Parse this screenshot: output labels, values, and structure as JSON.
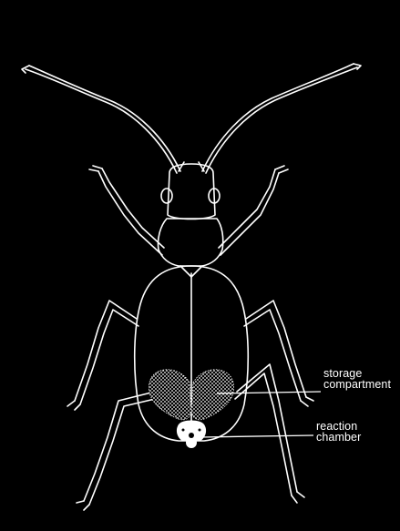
{
  "diagram": {
    "background": "#000000",
    "line_color": "#ffffff",
    "labels": {
      "storage": {
        "line1": "storage",
        "line2": "compartment"
      },
      "reaction": {
        "line1": "reaction",
        "line2": "chamber"
      }
    }
  }
}
